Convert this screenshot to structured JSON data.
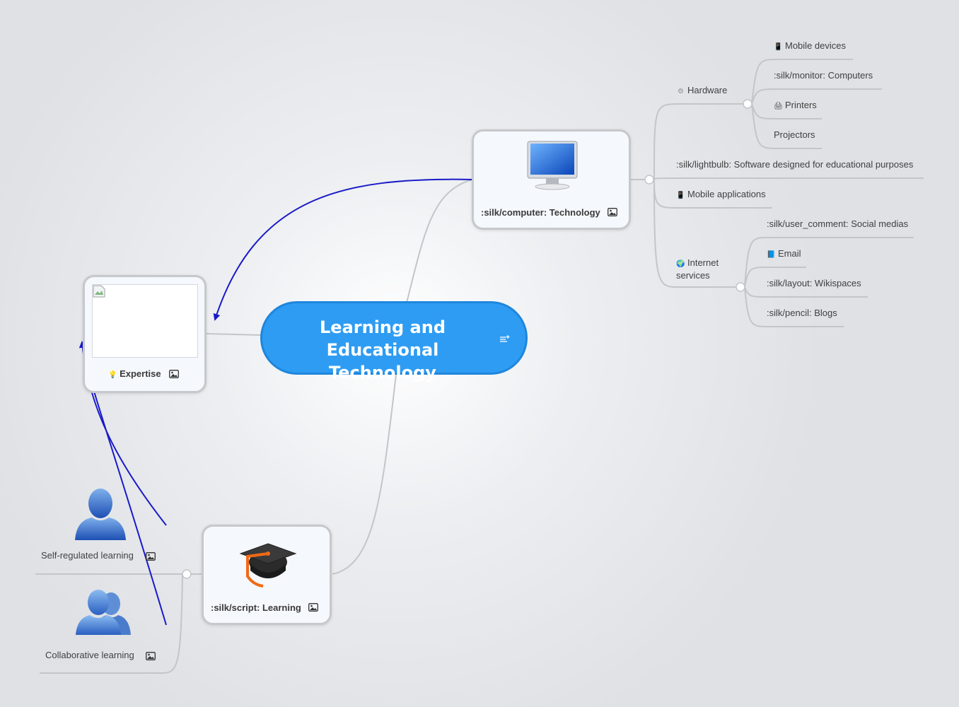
{
  "central": {
    "title": "Learning and Educational Technology",
    "notes_icon": "notes-add-icon"
  },
  "technology": {
    "label": ":silk/computer: Technology",
    "image": "monitor-icon",
    "children": {
      "hardware": {
        "label": "Hardware",
        "icon": "gear-icon",
        "children": [
          "Mobile devices",
          ":silk/monitor: Computers",
          "Printers",
          "Projectors"
        ],
        "child_icons": [
          "phone-icon",
          "",
          "printer-icon",
          ""
        ]
      },
      "software": ":silk/lightbulb: Software designed for educational purposes",
      "mobile_apps": {
        "label": "Mobile applications",
        "icon": "phone-icon"
      },
      "internet": {
        "label_line1": "Internet",
        "label_line2": "services",
        "icon": "globe-icon",
        "children": [
          ":silk/user_comment: Social medias",
          "Email",
          ":silk/layout: Wikispaces",
          ":silk/pencil: Blogs"
        ],
        "child_icons": [
          "",
          "book-icon",
          "",
          ""
        ]
      }
    }
  },
  "expertise": {
    "label": "Expertise",
    "icon": "lightbulb-icon"
  },
  "learning": {
    "label": ":silk/script: Learning",
    "image": "graduation-cap-icon",
    "children": [
      {
        "label": "Self-regulated learning",
        "image": "user-icon"
      },
      {
        "label": "Collaborative learning",
        "image": "users-icon"
      }
    ]
  },
  "colors": {
    "central": "#2e9cf3",
    "relationship": "#1a1ac8",
    "branch": "#c3c5c9"
  }
}
